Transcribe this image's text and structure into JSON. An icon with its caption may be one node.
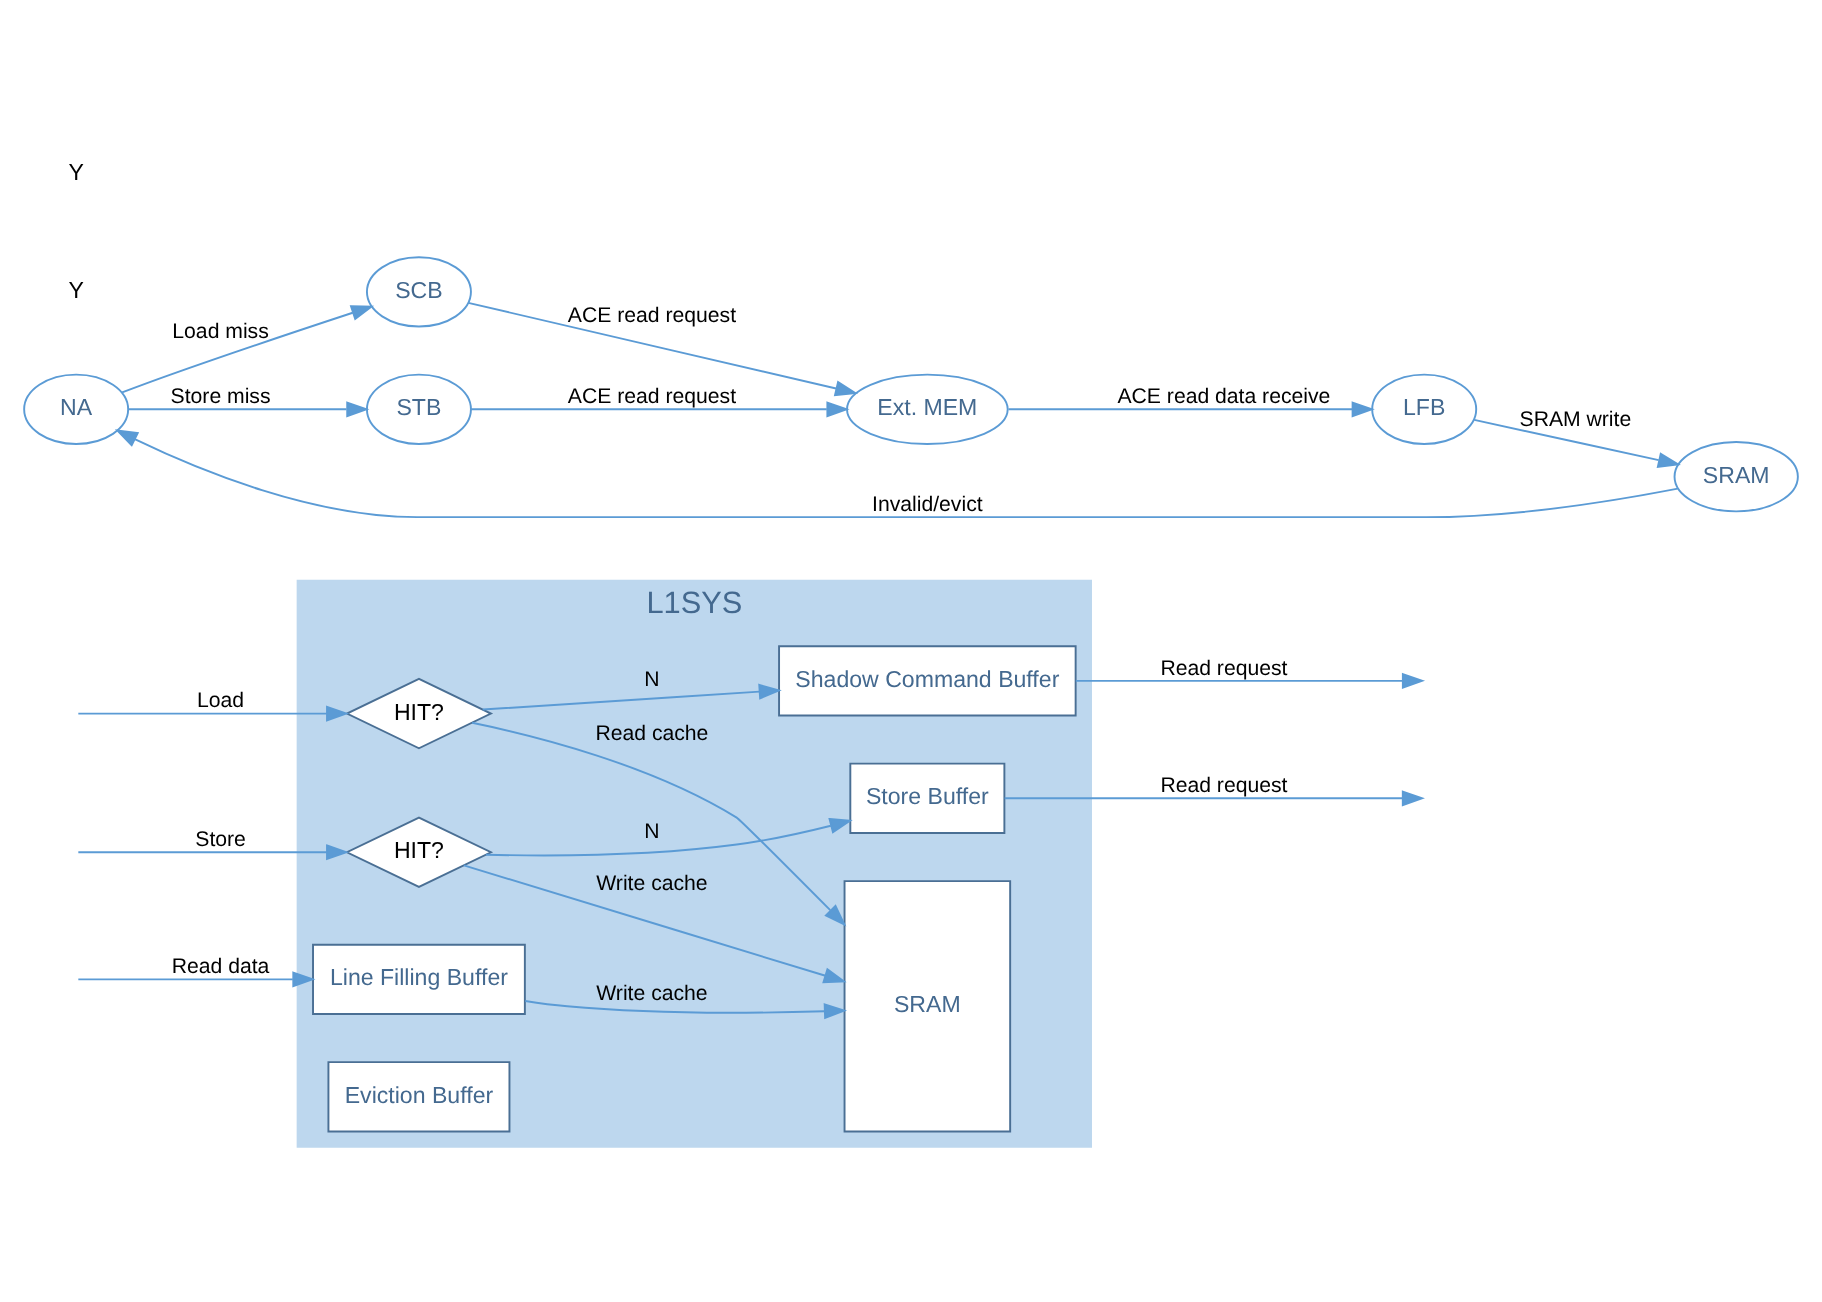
{
  "diagram": {
    "nodes": [
      {
        "text": [
          "L1SYS"
        ]
      },
      {
        "text": [
          "HIT?"
        ],
        "in": 0
      },
      {
        "text": [
          "HIT?"
        ],
        "in": 0
      },
      {
        "text": [
          "Shadow Command Buffer"
        ],
        "in": 0
      },
      {
        "text": [
          "Store Buffer"
        ],
        "in": 0
      },
      {
        "text": [
          "SRAM"
        ],
        "in": 0
      },
      {
        "text": [
          "Line Filling Buffer"
        ],
        "in": 0
      },
      {
        "text": [
          "Eviction Buffer"
        ],
        "in": 0
      },
      {
        "text": [
          "NA"
        ]
      },
      {
        "text": [
          "SCB"
        ]
      },
      {
        "text": [
          "STB"
        ]
      },
      {
        "text": [
          "Ext. MEM"
        ]
      },
      {
        "text": [
          "LFB"
        ]
      },
      {
        "text": [
          "SRAM"
        ]
      }
    ],
    "edges": [
      {
        "from": null,
        "to": 1,
        "arrow": "to",
        "label": "Load"
      },
      {
        "from": null,
        "to": 2,
        "arrow": "to",
        "label": "Store"
      },
      {
        "from": 1,
        "to": 3,
        "arrow": "to",
        "label": "N"
      },
      {
        "from": 1,
        "to": 5,
        "arrow": "to",
        "label": "Read cache"
      },
      {
        "from": 2,
        "to": 5,
        "arrow": "to",
        "label": "Write cache"
      },
      {
        "from": 2,
        "to": 4,
        "arrow": "to",
        "label": "N"
      },
      {
        "from": 3,
        "to": null,
        "arrow": "to",
        "label": "Read request"
      },
      {
        "from": 6,
        "to": 5,
        "arrow": "to",
        "label": "Write cache"
      },
      {
        "from": null,
        "to": 6,
        "arrow": "to",
        "label": "Read data"
      },
      {
        "from": 4,
        "to": null,
        "arrow": "to",
        "label": "Read request"
      },
      {
        "from": 8,
        "to": 9,
        "arrow": "to",
        "label": "Load miss"
      },
      {
        "from": 8,
        "to": 10,
        "arrow": "to",
        "label": "Store miss"
      },
      {
        "from": 9,
        "to": 11,
        "arrow": "to",
        "label": "ACE read request"
      },
      {
        "from": 10,
        "to": 11,
        "arrow": "to",
        "label": "ACE read request"
      },
      {
        "from": 11,
        "to": 12,
        "arrow": "to",
        "label": "ACE read data receive"
      },
      {
        "from": 12,
        "to": 13,
        "arrow": "to",
        "label": "SRAM write"
      },
      {
        "from": 13,
        "to": 8,
        "arrow": "to",
        "label": "Invalid/evict"
      }
    ],
    "labels": [
      "Y",
      "Y"
    ]
  }
}
